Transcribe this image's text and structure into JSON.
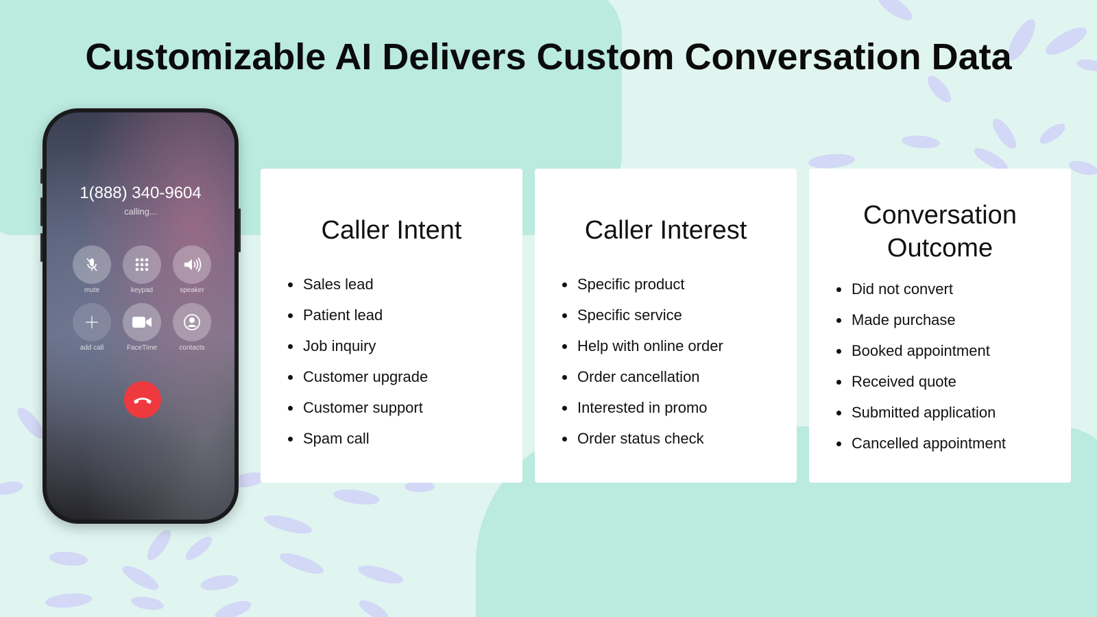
{
  "headline": "Customizable AI Delivers Custom Conversation Data",
  "phone": {
    "number": "1(888) 340-9604",
    "status": "calling...",
    "buttons": [
      {
        "label": "mute",
        "icon": "mic-off-icon"
      },
      {
        "label": "keypad",
        "icon": "keypad-icon"
      },
      {
        "label": "speaker",
        "icon": "speaker-icon"
      },
      {
        "label": "add call",
        "icon": "plus-icon"
      },
      {
        "label": "FaceTime",
        "icon": "video-icon"
      },
      {
        "label": "contacts",
        "icon": "contact-icon"
      }
    ],
    "end_call_icon": "end-call-icon",
    "end_call_color": "#ee3a3f"
  },
  "cards": [
    {
      "title": "Caller Intent",
      "items": [
        "Sales lead",
        "Patient lead",
        "Job inquiry",
        "Customer upgrade",
        "Customer support",
        "Spam call"
      ]
    },
    {
      "title": "Caller Interest",
      "items": [
        "Specific product",
        "Specific service",
        "Help with online order",
        "Order cancellation",
        "Interested in promo",
        "Order status check"
      ]
    },
    {
      "title_line1": "Conversation",
      "title_line2": "Outcome",
      "items": [
        "Did not convert",
        "Made purchase",
        "Booked appointment",
        "Received quote",
        "Submitted application",
        "Cancelled appointment"
      ]
    }
  ],
  "colors": {
    "background": "#e0f5f0",
    "blob": "#bbeadf",
    "petal": "#d3d8f6",
    "card": "#ffffff"
  }
}
